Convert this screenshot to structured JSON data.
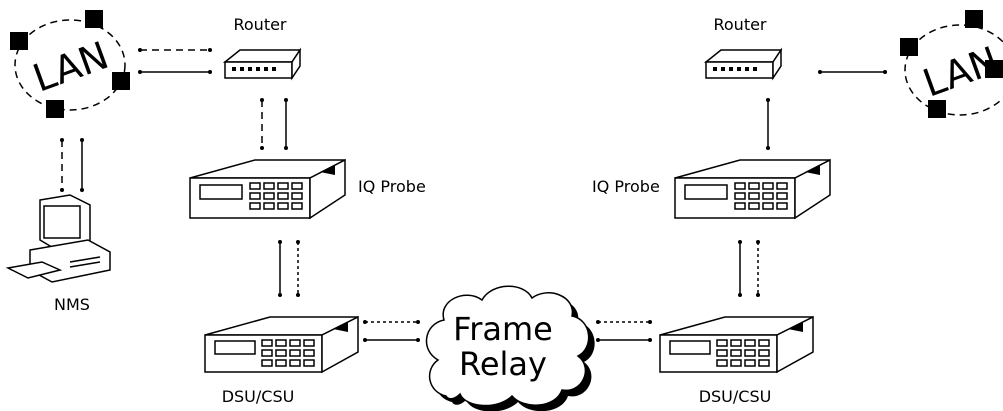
{
  "labels": {
    "router_left": "Router",
    "router_right": "Router",
    "probe_left": "IQ Probe",
    "probe_right": "IQ Probe",
    "dsu_left": "DSU/CSU",
    "dsu_right": "DSU/CSU",
    "nms": "NMS",
    "lan_left": "LAN",
    "lan_right": "LAN",
    "cloud_line1": "Frame",
    "cloud_line2": "Relay"
  }
}
